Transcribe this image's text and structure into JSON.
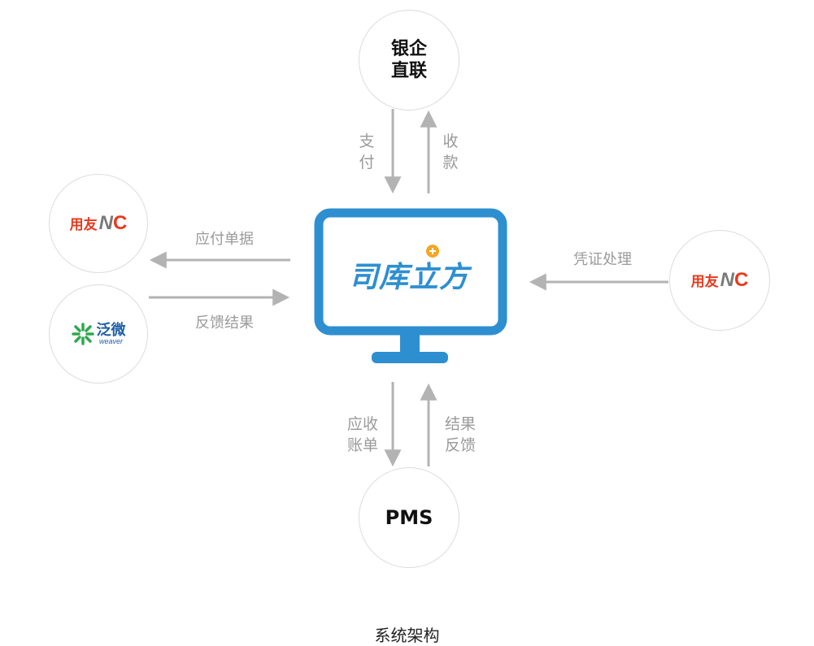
{
  "nodes": {
    "bank": {
      "line1": "银企",
      "line2": "直联"
    },
    "pms": {
      "label": "PMS"
    },
    "yonyou_left": {
      "brand_cn": "用友",
      "brand_en_n": "N",
      "brand_en_c": "C"
    },
    "weaver": {
      "brand_cn": "泛微",
      "brand_en": "weaver"
    },
    "yonyou_right": {
      "brand_cn": "用友",
      "brand_en_n": "N",
      "brand_en_c": "C"
    },
    "center": {
      "logo_text": "司库立方"
    }
  },
  "labels": {
    "pay": [
      "支",
      "付"
    ],
    "receive": [
      "收",
      "款"
    ],
    "payable_docs": "应付单据",
    "feedback_left": "反馈结果",
    "voucher": "凭证处理",
    "receivable_bill": [
      "应收",
      "账单"
    ],
    "result_feedback": [
      "结果",
      "反馈"
    ]
  },
  "caption": "系统架构",
  "colors": {
    "monitor_blue": "#2d8fd0",
    "arrow_gray": "#b3b3b3",
    "label_gray": "#9a9a9a",
    "brand_red": "#e8391d",
    "logo_green": "#2fa84f",
    "logo_blue": "#2d8fd0",
    "logo_orange": "#f5a623"
  }
}
